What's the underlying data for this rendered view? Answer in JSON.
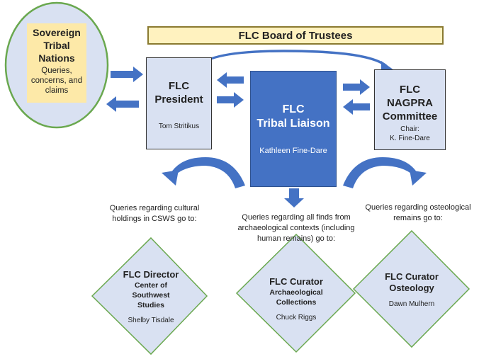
{
  "board": {
    "title": "FLC Board of Trustees"
  },
  "nations": {
    "title_lines": [
      "Sovereign",
      "Tribal",
      "Nations"
    ],
    "subtitle_lines": [
      "Queries,",
      "concerns, and",
      "claims"
    ]
  },
  "president": {
    "title_lines": [
      "FLC",
      "President"
    ],
    "name": "Tom Stritikus"
  },
  "liaison": {
    "title_lines": [
      "FLC",
      "Tribal Liaison"
    ],
    "name": "Kathleen Fine-Dare"
  },
  "nagpra": {
    "title_lines": [
      "FLC",
      "NAGPRA",
      "Committee"
    ],
    "chair_label": "Chair:",
    "chair_name": "K. Fine-Dare"
  },
  "queries": {
    "left_lines": [
      "Queries regarding cultural",
      "holdings in CSWS go to:"
    ],
    "middle_lines": [
      "Queries regarding all finds from",
      "archaeological contexts (including",
      "human remains) go to:"
    ],
    "right_lines": [
      "Queries regarding osteological",
      "remains go to:"
    ]
  },
  "director": {
    "title": "FLC Director",
    "sub_lines": [
      "Center of",
      "Southwest",
      "Studies"
    ],
    "name": "Shelby Tisdale"
  },
  "curator_arch": {
    "title": "FLC Curator",
    "sub_lines": [
      "Archaeological",
      "Collections"
    ],
    "name": "Chuck Riggs"
  },
  "curator_osteo": {
    "title": "FLC Curator",
    "sub": "Osteology",
    "name": "Dawn Mulhern"
  },
  "colors": {
    "arrow": "#4472c4",
    "light_box": "#d9e1f2",
    "diamond": "#d9e1f2",
    "liaison": "#4472c4",
    "board_fill": "#fff2bf",
    "nations_inner": "#fde9a8",
    "nations_border": "#6aa84f"
  }
}
